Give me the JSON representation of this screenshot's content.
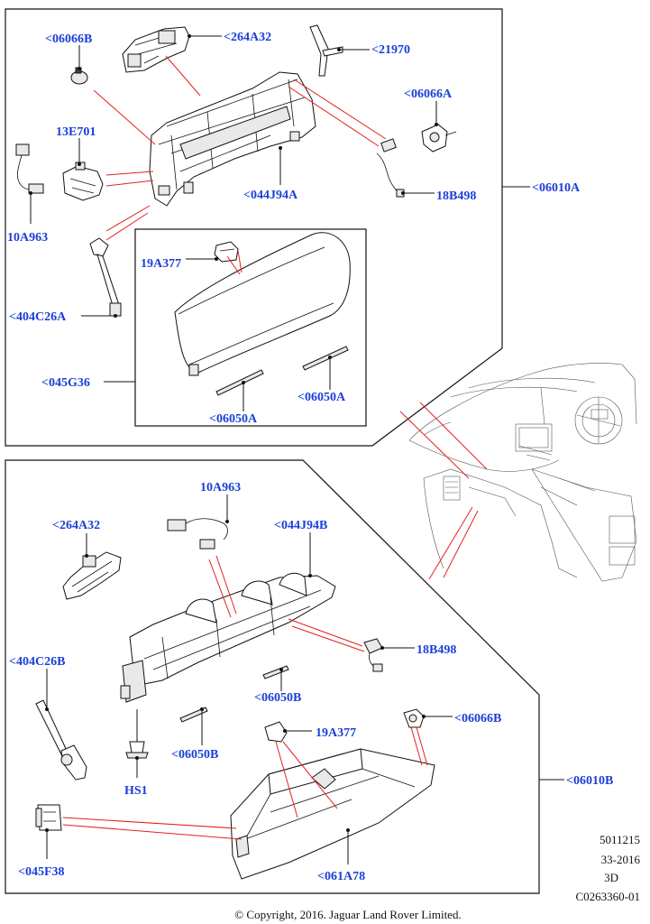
{
  "labels": {
    "upper": {
      "p_06066B": "<06066B",
      "p_264A32": "<264A32",
      "p_21970": "<21970",
      "p_06066A": "<06066A",
      "p_13E701": "13E701",
      "p_10A963": "10A963",
      "p_044J94A": "<044J94A",
      "p_18B498": "18B498",
      "p_06010A": "<06010A",
      "p_19A377": "19A377",
      "p_404C26A": "<404C26A",
      "p_045G36": "<045G36",
      "p_06050A_right": "<06050A",
      "p_06050A_bottom": "<06050A"
    },
    "lower": {
      "p_10A963": "10A963",
      "p_264A32": "<264A32",
      "p_044J94B": "<044J94B",
      "p_404C26B": "<404C26B",
      "p_18B498": "18B498",
      "p_06050B_right": "<06050B",
      "p_06066B": "<06066B",
      "p_19A377": "19A377",
      "p_06050B_left": "<06050B",
      "p_HS1": "HS1",
      "p_06010B": "<06010B",
      "p_045F38": "<045F38",
      "p_061A78": "<061A78"
    }
  },
  "info": {
    "line1": "5011215",
    "line2": "33-2016",
    "line3": "3D",
    "line4": "C0263360-01"
  },
  "copyright": "© Copyright, 2016. Jaguar Land Rover Limited.",
  "colors": {
    "label": "#1a3fd6",
    "leader_red": "#e52020",
    "line": "#111111"
  }
}
